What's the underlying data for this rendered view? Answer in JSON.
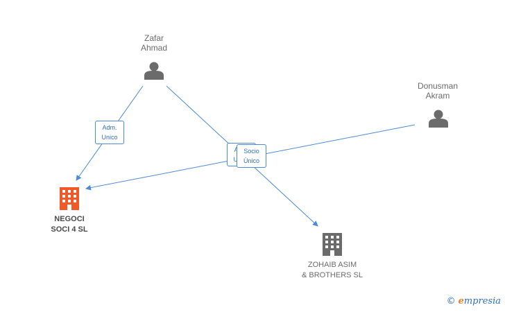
{
  "nodes": {
    "zafar": {
      "name_lines": [
        "Zafar",
        "Ahmad"
      ],
      "type": "person"
    },
    "donusman": {
      "name_lines": [
        "Donusman",
        "Akram"
      ],
      "type": "person"
    },
    "negoci": {
      "name_lines": [
        "NEGOCI",
        "SOCI 4 SL"
      ],
      "type": "company",
      "highlight": true
    },
    "zohaib": {
      "name_lines": [
        "ZOHAIB ASIM",
        "& BROTHERS SL"
      ],
      "type": "company"
    }
  },
  "edges": [
    {
      "from": "Zafar Ahmad",
      "to": "NEGOCI SOCI 4 SL",
      "label_lines": [
        "Adm.",
        "Unico"
      ]
    },
    {
      "from": "Zafar Ahmad",
      "to": "ZOHAIB ASIM & BROTHERS SL",
      "label_lines": [
        "Adm.",
        "Unico"
      ]
    },
    {
      "from": "Donusman Akram",
      "to": "NEGOCI SOCI 4 SL",
      "label_lines": [
        "Socio",
        "Único"
      ]
    }
  ],
  "colors": {
    "edge": "#4a8ad6",
    "person_icon": "#6b6b6b",
    "company_icon": "#6b6b6b",
    "highlight_company_icon": "#f05a28"
  },
  "icons": {
    "person": "person-icon",
    "company": "building-icon"
  },
  "brand": {
    "copyright": "©",
    "initial": "e",
    "rest": "mpresia"
  }
}
